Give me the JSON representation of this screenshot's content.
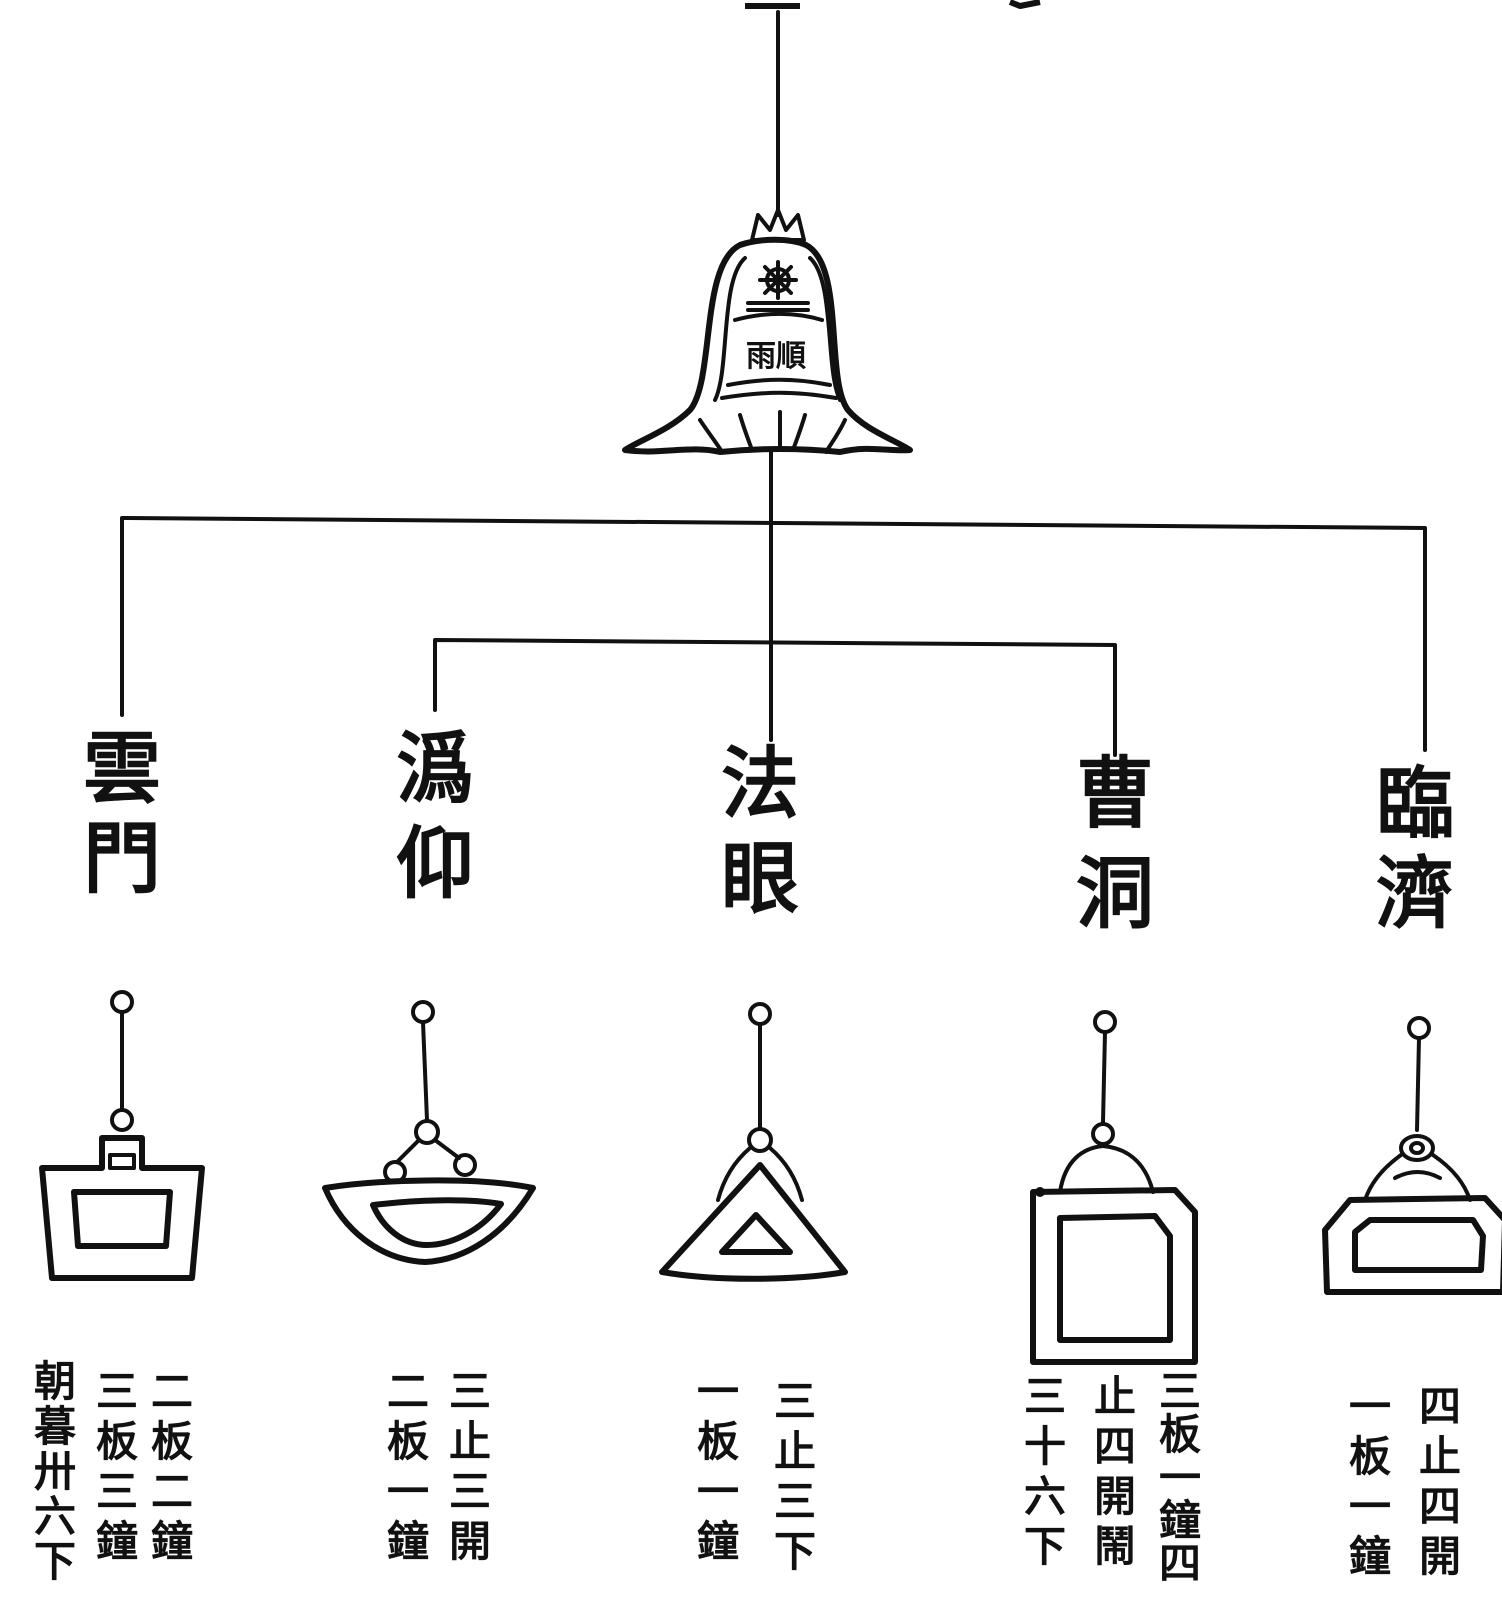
{
  "bell": {
    "inscription": "雨順"
  },
  "schools": [
    {
      "name_chars": [
        "雲",
        "門"
      ],
      "icon": "yunmen-board-shape",
      "note_columns": [
        [
          "二",
          "板",
          "二",
          "鐘"
        ],
        [
          "三",
          "板",
          "三",
          "鐘"
        ],
        [
          "朝",
          "暮",
          "卅",
          "六",
          "下"
        ]
      ]
    },
    {
      "name_chars": [
        "潙",
        "仰"
      ],
      "icon": "guiyang-board-shape",
      "note_columns": [
        [
          "三",
          "止",
          "三",
          "開"
        ],
        [
          "二",
          "板",
          "一",
          "鐘"
        ]
      ]
    },
    {
      "name_chars": [
        "法",
        "眼"
      ],
      "icon": "fayan-board-shape",
      "note_columns": [
        [
          "三",
          "止",
          "三",
          "下"
        ],
        [
          "一",
          "板",
          "一",
          "鐘"
        ]
      ]
    },
    {
      "name_chars": [
        "曹",
        "洞"
      ],
      "icon": "caodong-board-shape",
      "note_columns": [
        [
          "三",
          "板",
          "一",
          "鐘",
          "四"
        ],
        [
          "止",
          "四",
          "開",
          "鬧"
        ],
        [
          "三",
          "十",
          "六",
          "下"
        ]
      ]
    },
    {
      "name_chars": [
        "臨",
        "濟"
      ],
      "icon": "linji-board-shape",
      "note_columns": [
        [
          "四",
          "止",
          "四",
          "開"
        ],
        [
          "一",
          "板",
          "一",
          "鐘"
        ]
      ]
    }
  ]
}
